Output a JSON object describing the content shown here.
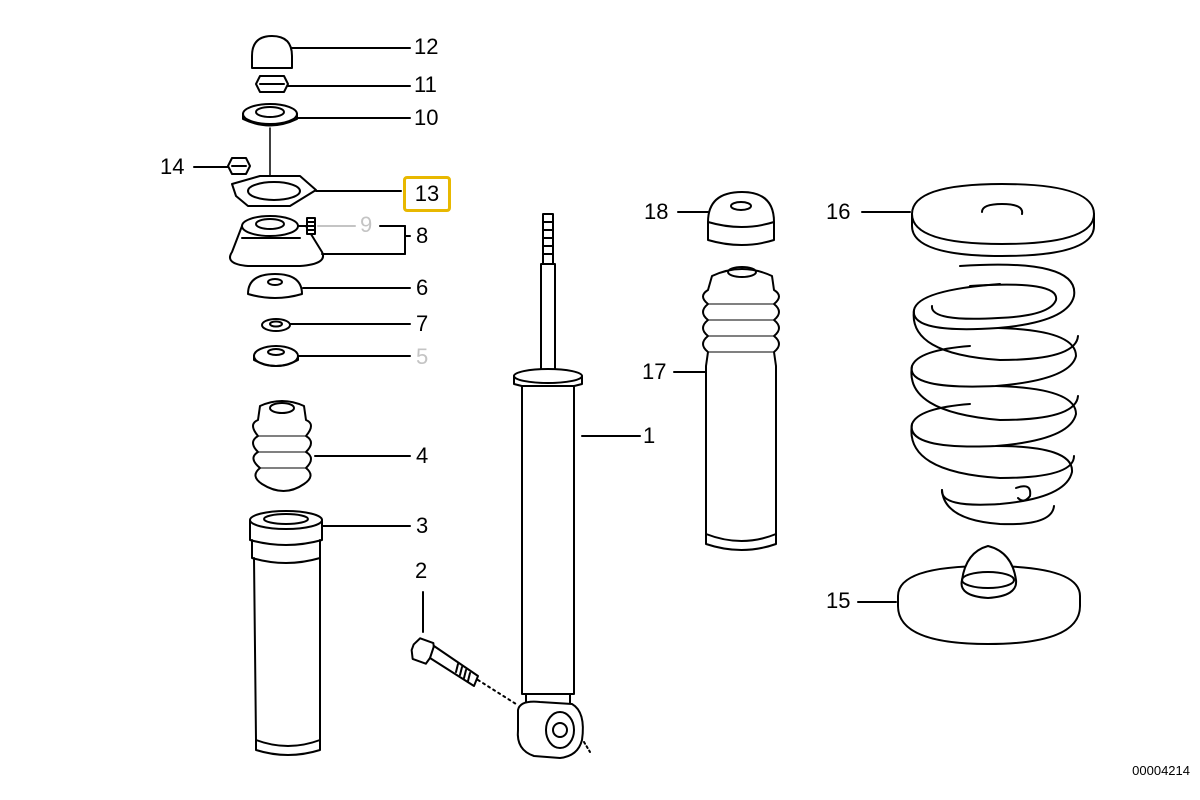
{
  "diagram_code": "00004214",
  "highlight_color": "#e8b800",
  "parts": [
    {
      "id": "1",
      "name": "shock-absorber"
    },
    {
      "id": "2",
      "name": "bolt"
    },
    {
      "id": "3",
      "name": "protective-tube"
    },
    {
      "id": "4",
      "name": "bump-stop"
    },
    {
      "id": "5",
      "name": "washer",
      "dimmed": true
    },
    {
      "id": "6",
      "name": "support-disc"
    },
    {
      "id": "7",
      "name": "washer-small"
    },
    {
      "id": "8",
      "name": "strut-mount"
    },
    {
      "id": "9",
      "name": "stud",
      "dimmed": true
    },
    {
      "id": "10",
      "name": "support-bearing"
    },
    {
      "id": "11",
      "name": "collar-nut"
    },
    {
      "id": "12",
      "name": "cap"
    },
    {
      "id": "13",
      "name": "gasket",
      "highlighted": true
    },
    {
      "id": "14",
      "name": "hex-nut"
    },
    {
      "id": "15",
      "name": "lower-spring-pad"
    },
    {
      "id": "16",
      "name": "upper-spring-pad"
    },
    {
      "id": "17",
      "name": "dust-boot"
    },
    {
      "id": "18",
      "name": "rubber-buffer"
    }
  ],
  "labels": {
    "p1": "1",
    "p2": "2",
    "p3": "3",
    "p4": "4",
    "p5": "5",
    "p6": "6",
    "p7": "7",
    "p8": "8",
    "p9": "9",
    "p10": "10",
    "p11": "11",
    "p12": "12",
    "p13": "13",
    "p14": "14",
    "p15": "15",
    "p16": "16",
    "p17": "17",
    "p18": "18"
  }
}
